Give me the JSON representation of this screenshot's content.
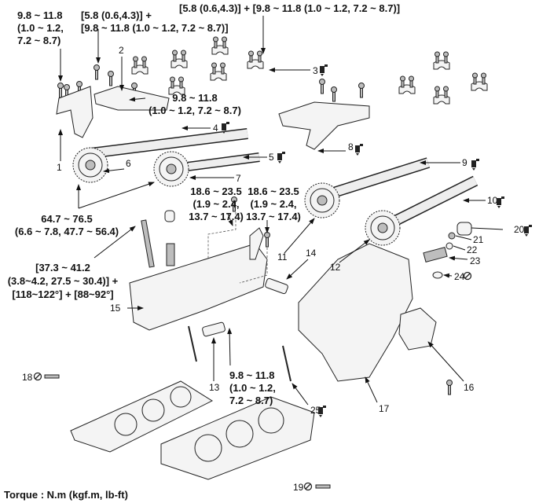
{
  "torques": {
    "t1": [
      "9.8 ~ 11.8",
      "(1.0 ~ 1.2,",
      "7.2 ~ 8.7)"
    ],
    "t2": [
      "[5.8 (0.6,4.3)] +",
      "[9.8 ~ 11.8 (1.0 ~ 1.2, 7.2 ~ 8.7)]"
    ],
    "t3": [
      "[5.8 (0.6,4.3)] + [9.8 ~ 11.8 (1.0 ~ 1.2, 7.2 ~ 8.7)]"
    ],
    "t4": [
      "9.8 ~ 11.8",
      "(1.0 ~ 1.2, 7.2 ~ 8.7)"
    ],
    "t5": [
      "64.7 ~ 76.5",
      "(6.6 ~ 7.8, 47.7 ~ 56.4)"
    ],
    "t6": [
      "18.6 ~ 23.5",
      "(1.9 ~ 2.4,",
      "13.7 ~ 17.4)"
    ],
    "t7": [
      "18.6 ~ 23.5",
      "(1.9 ~ 2.4,",
      "13.7 ~ 17.4)"
    ],
    "t8": [
      "[37.3 ~ 41.2",
      "(3.8~4.2, 27.5 ~ 30.4)] +",
      "[118~122°] + [88~92°]"
    ],
    "t9": [
      "9.8 ~ 11.8",
      "(1.0 ~ 1.2,",
      "7.2 ~ 8.7)"
    ]
  },
  "part_numbers": [
    "1",
    "2",
    "3",
    "4",
    "5",
    "6",
    "7",
    "8",
    "9",
    "10",
    "11",
    "12",
    "13",
    "14",
    "15",
    "16",
    "17",
    "18",
    "19",
    "20",
    "21",
    "22",
    "23",
    "24",
    "25"
  ],
  "icons": {
    "sealant": "apply-sealant-icon",
    "no_reuse": "do-not-reuse-icon"
  },
  "footer": "Torque : N.m (kgf.m, lb-ft)"
}
